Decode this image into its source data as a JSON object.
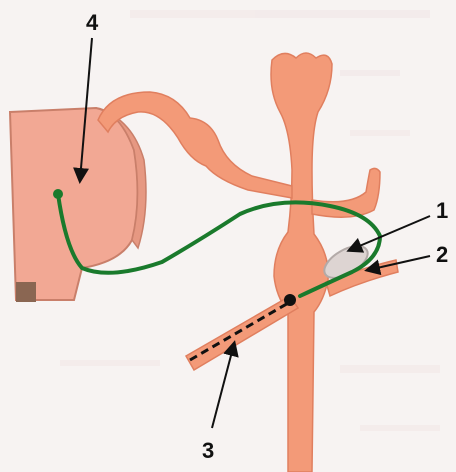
{
  "labels": {
    "one": "1",
    "two": "2",
    "three": "3",
    "four": "4"
  },
  "colors": {
    "background": "#f7f3f2",
    "background_smudge": "#eedfe0",
    "tissue_fill": "#f39a78",
    "tissue_stroke": "#e07f5f",
    "block_fill": "#f2a894",
    "block_stroke": "#c97f6a",
    "block_shadow": "#8a6652",
    "pathway_green": "#1a7a2c",
    "dashed_lead": "#111111",
    "ganglion_grey": "#b3aaa8",
    "arrow": "#111111"
  },
  "icons": {
    "block": "tissue-block-icon",
    "pathway": "nerve-pathway-icon",
    "endpoint": "dot-icon"
  }
}
